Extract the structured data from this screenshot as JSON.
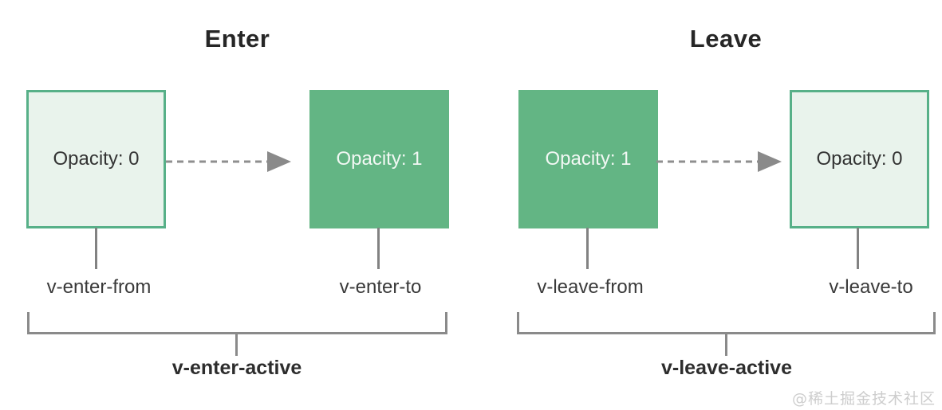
{
  "diagram": {
    "topic": "vue-transition-classes",
    "colors": {
      "solid_box_fill": "#63b584",
      "outline_box_fill": "#e9f3ec",
      "outline_box_border": "#57b088",
      "line_gray": "#8a8a8a",
      "text_dark": "#2d2d2d"
    }
  },
  "sections": [
    {
      "title": "Enter",
      "from_box_label": "Opacity: 0",
      "to_box_label": "Opacity: 1",
      "from_class_label": "v-enter-from",
      "to_class_label": "v-enter-to",
      "active_class_label": "v-enter-active"
    },
    {
      "title": "Leave",
      "from_box_label": "Opacity: 1",
      "to_box_label": "Opacity: 0",
      "from_class_label": "v-leave-from",
      "to_class_label": "v-leave-to",
      "active_class_label": "v-leave-active"
    }
  ],
  "watermark": "@稀土掘金技术社区"
}
